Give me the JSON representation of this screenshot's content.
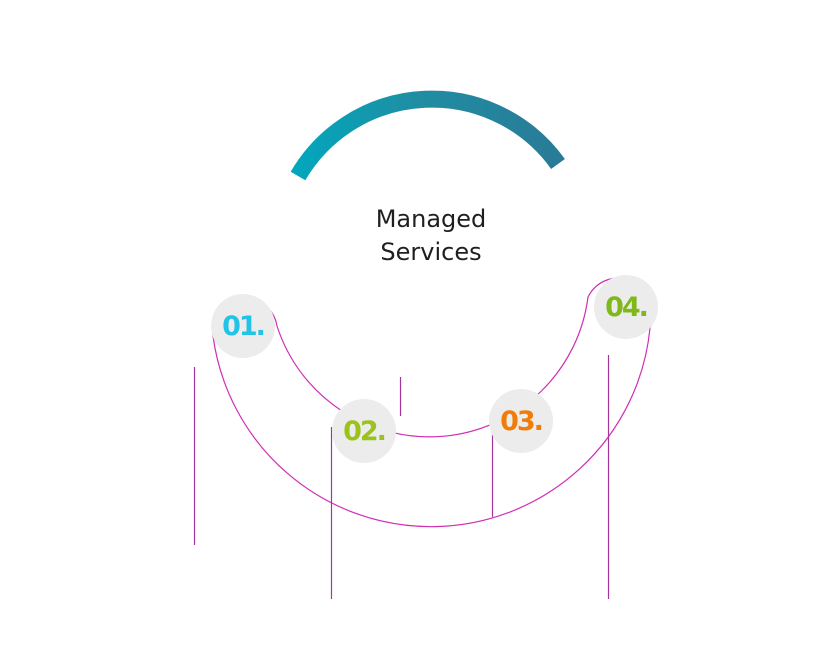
{
  "title": [
    "Managed",
    "Services"
  ],
  "steps": [
    {
      "label": "01.",
      "color": "#22c3e6"
    },
    {
      "label": "02.",
      "color": "#9bc31a"
    },
    {
      "label": "03.",
      "color": "#f07d0a"
    },
    {
      "label": "04.",
      "color": "#7fb81a"
    }
  ],
  "colors": {
    "arc_start": "#00a8be",
    "arc_mid": "#1f8ea3",
    "arc_end": "#2a7a97",
    "loop": "#cf2fb4",
    "connector": "#a4359a",
    "step_bg": "#ececec"
  }
}
